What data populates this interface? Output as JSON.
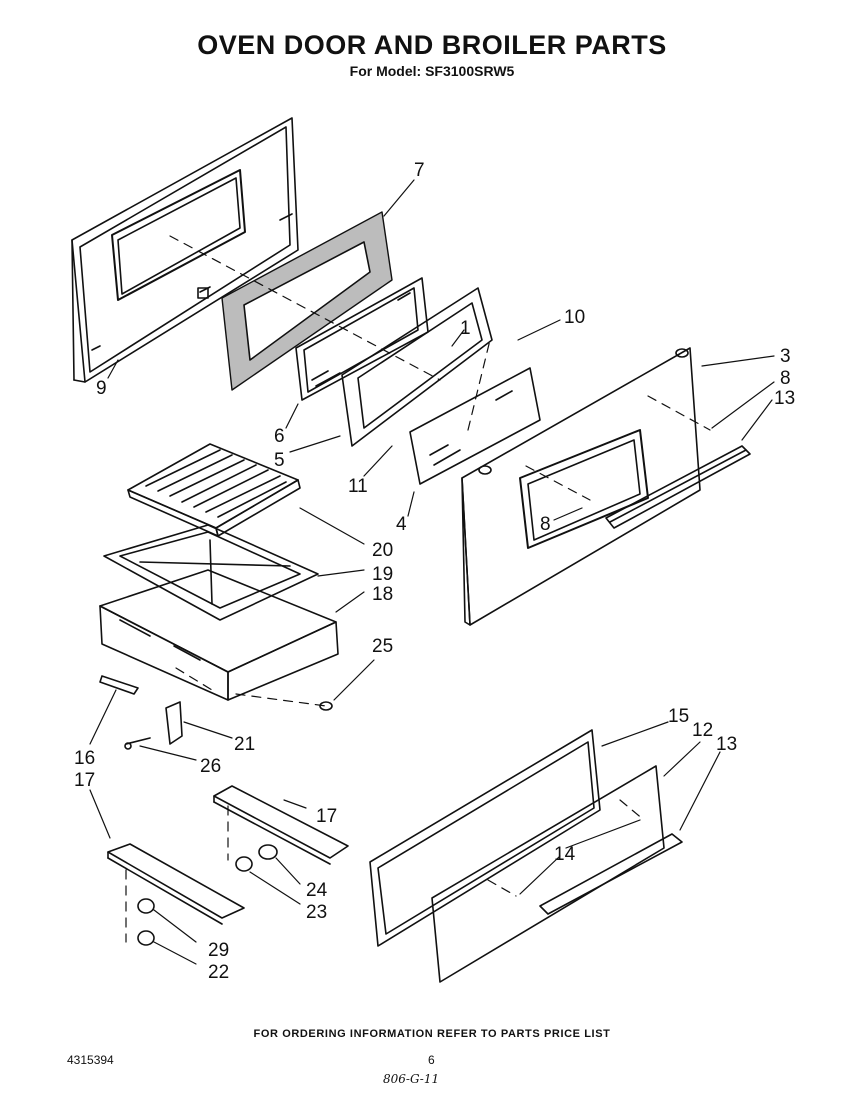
{
  "header": {
    "title": "OVEN DOOR AND BROILER PARTS",
    "subtitle": "For Model: SF3100SRW5"
  },
  "callouts": [
    "7",
    "1",
    "10",
    "9",
    "6",
    "5",
    "3",
    "8",
    "13",
    "11",
    "4",
    "8",
    "20",
    "19",
    "18",
    "25",
    "16",
    "17",
    "21",
    "26",
    "15",
    "12",
    "13",
    "17",
    "14",
    "24",
    "23",
    "29",
    "22"
  ],
  "footer": {
    "note": "FOR ORDERING INFORMATION REFER TO PARTS PRICE LIST",
    "doc_number": "4315394",
    "page_number": "6",
    "handwritten": "806-G-11"
  }
}
